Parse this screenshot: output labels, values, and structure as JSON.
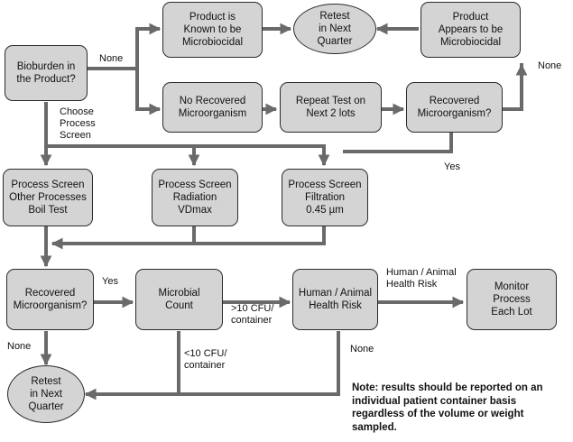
{
  "nodes": {
    "bioburden": "Bioburden in\nthe Product?",
    "product_known": "Product is\nKnown to be\nMicrobiocidal",
    "retest_top": "Retest\nin Next\nQuarter",
    "product_appears": "Product\nAppears to be\nMicrobiocidal",
    "no_recovered": "No Recovered\nMicroorganism",
    "repeat_test": "Repeat Test on\nNext 2 lots",
    "recovered_top": "Recovered\nMicroorganism?",
    "ps_other": "Process Screen\nOther Processes\nBoil Test",
    "ps_radiation": "Process Screen\nRadiation\nVDmax",
    "ps_filtration": "Process Screen\nFiltration\n0.45 µm",
    "recovered_bottom": "Recovered\nMicroorganism?",
    "microbial_count": "Microbial\nCount",
    "health_risk": "Human / Animal\nHealth Risk",
    "monitor": "Monitor\nProcess\nEach Lot",
    "retest_bottom": "Retest\nin Next\nQuarter"
  },
  "edge_labels": {
    "none_top": "None",
    "choose": "Choose\nProcess\nScreen",
    "none_right": "None",
    "yes_right": "Yes",
    "yes_mid": "Yes",
    "gt10": ">10 CFU/\ncontainer",
    "hr_label": "Human / Animal\nHealth Risk",
    "none_left": "None",
    "lt10": "<10 CFU/\ncontainer",
    "none_bottom": "None"
  },
  "note": "Note: results should be reported on an\nindividual patient container basis\nregardless of the volume or weight\nsampled.",
  "colors": {
    "box_fill": "#d4d4d4",
    "stroke": "#2b2b2b",
    "arrow": "#6a6a6a"
  }
}
